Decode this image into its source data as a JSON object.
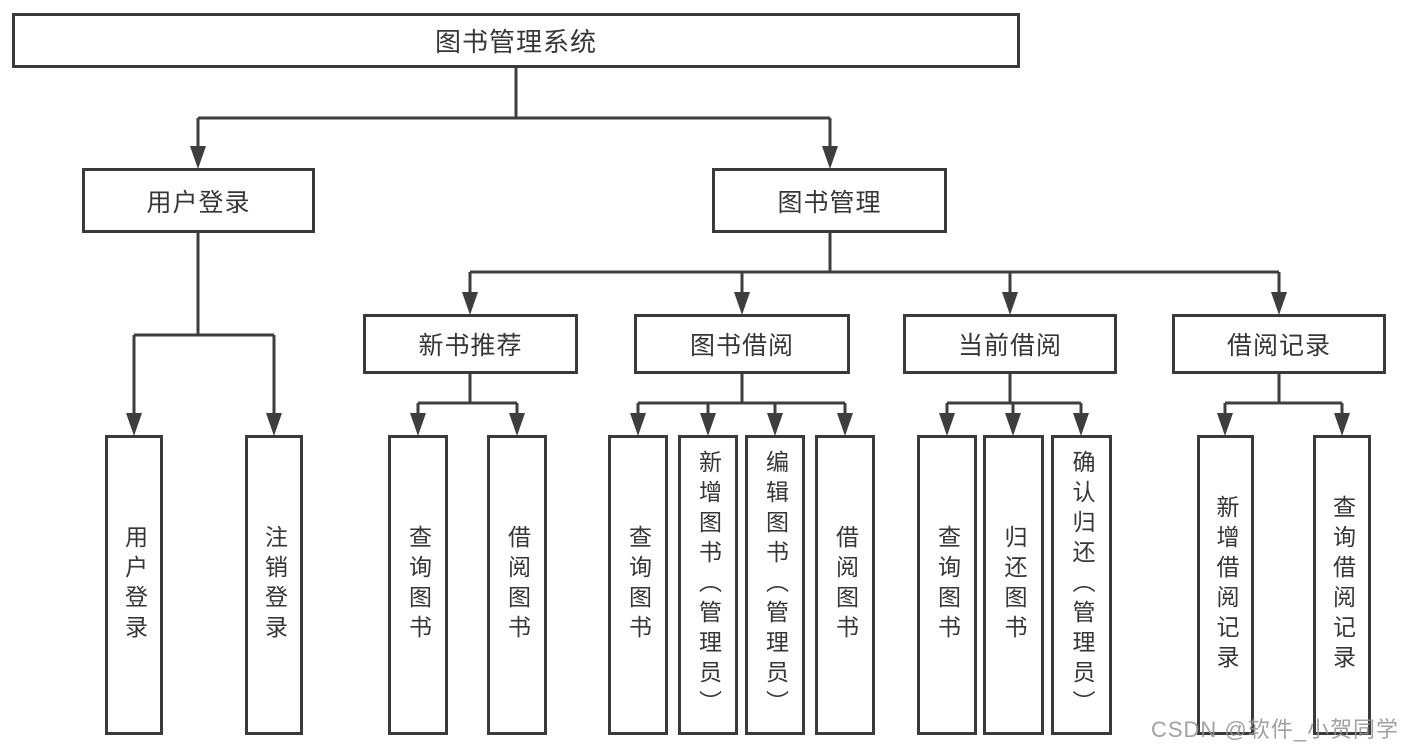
{
  "appearance": {
    "background": "#ffffff",
    "border_color": "#3a3a3a",
    "line_color": "#3e3e3e",
    "text_color": "#363636",
    "watermark_color": "#949494"
  },
  "root": {
    "label": "图书管理系统"
  },
  "level2": [
    {
      "label": "用户登录"
    },
    {
      "label": "图书管理"
    }
  ],
  "level3": [
    {
      "label": "新书推荐"
    },
    {
      "label": "图书借阅"
    },
    {
      "label": "当前借阅"
    },
    {
      "label": "借阅记录"
    }
  ],
  "leaves": [
    {
      "label": "用户登录"
    },
    {
      "label": "注销登录"
    },
    {
      "label": "查询图书"
    },
    {
      "label": "借阅图书"
    },
    {
      "label": "查询图书"
    },
    {
      "label": "新增图书（管理员）"
    },
    {
      "label": "编辑图书（管理员）"
    },
    {
      "label": "借阅图书"
    },
    {
      "label": "查询图书"
    },
    {
      "label": "归还图书"
    },
    {
      "label": "确认归还（管理员）"
    },
    {
      "label": "新增借阅记录"
    },
    {
      "label": "查询借阅记录"
    }
  ],
  "watermark": "CSDN @软件_小贺同学"
}
